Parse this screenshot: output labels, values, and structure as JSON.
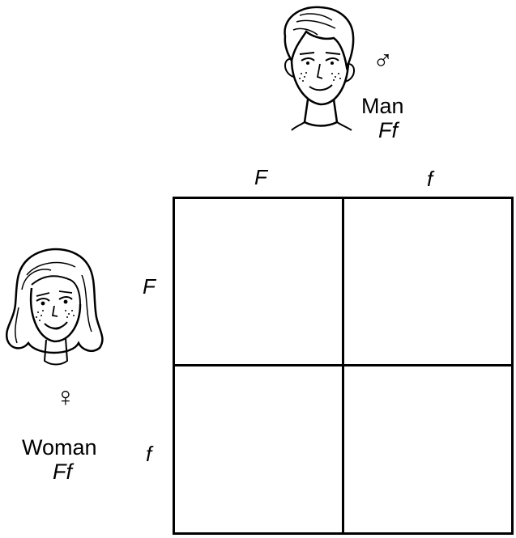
{
  "father": {
    "label": "Man",
    "genotype": "Ff",
    "symbol": "♂",
    "icon": "male-face-illustration"
  },
  "mother": {
    "label": "Woman",
    "genotype": "Ff",
    "symbol": "♀",
    "icon": "female-face-illustration"
  },
  "punnett": {
    "columns": [
      "F",
      "f"
    ],
    "rows": [
      "F",
      "f"
    ],
    "cells": [
      "",
      "",
      "",
      ""
    ]
  }
}
